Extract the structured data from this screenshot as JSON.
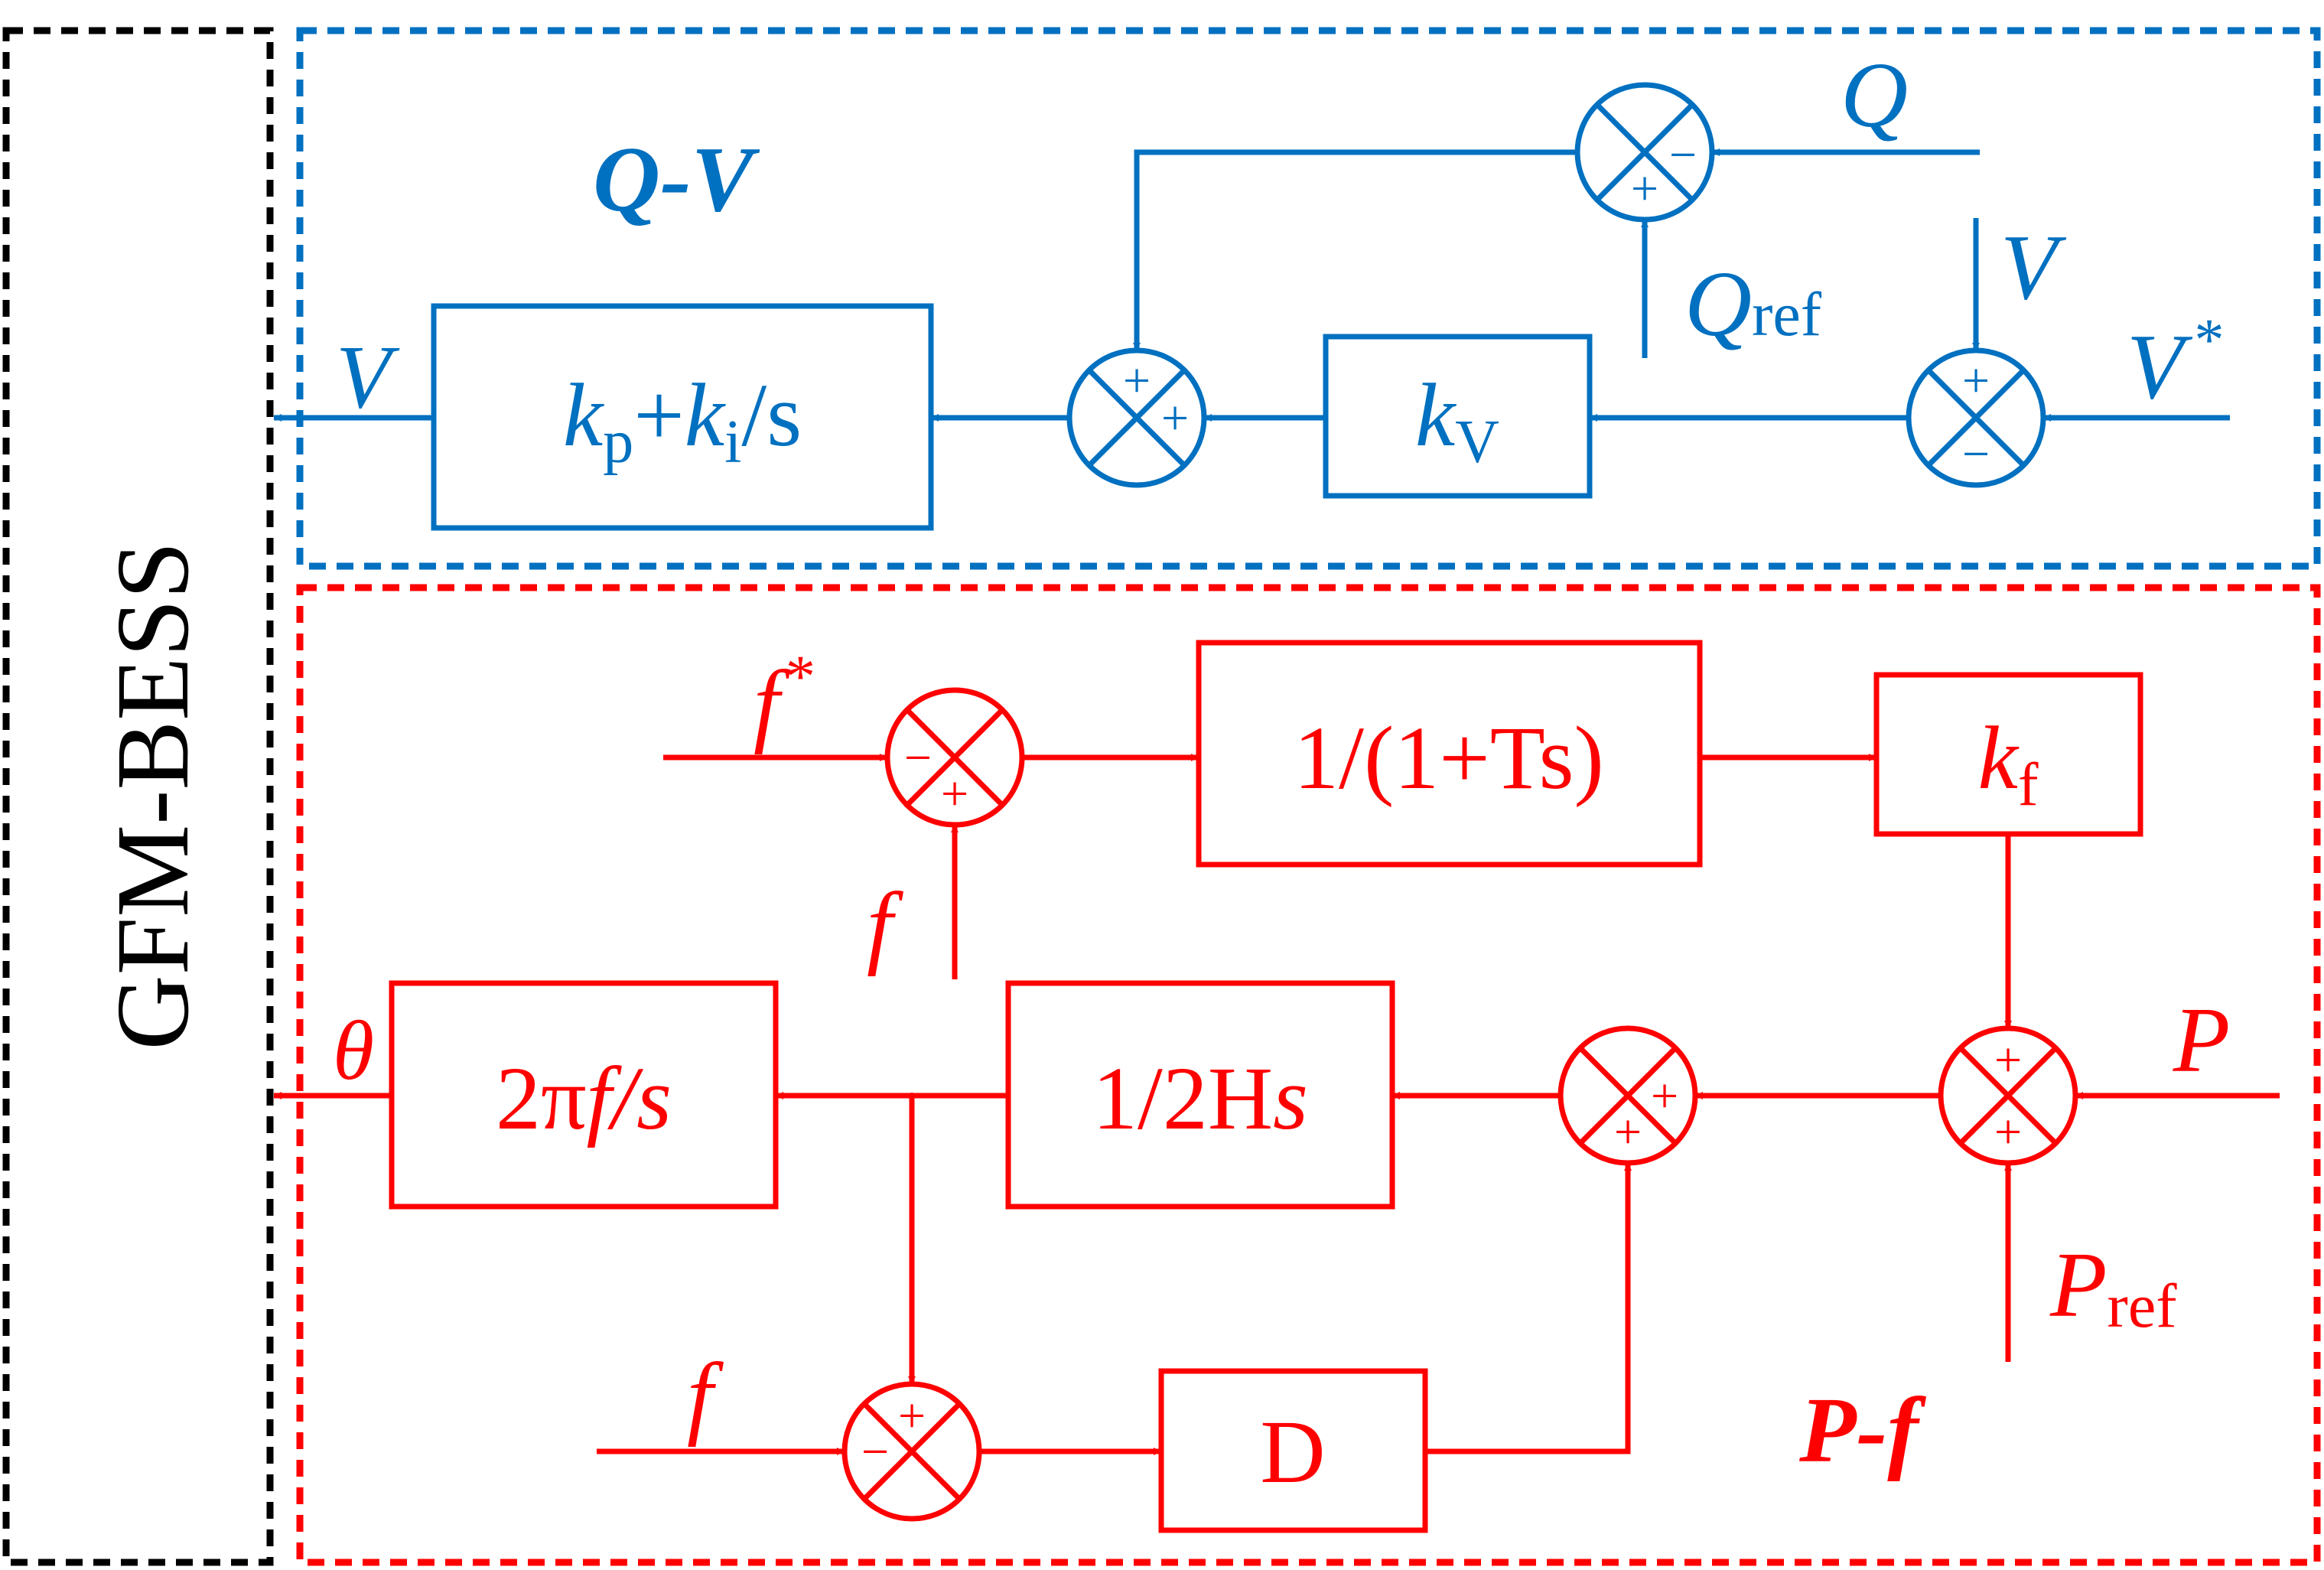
{
  "side_label": "GFM-BESS",
  "colors": {
    "qv": "#0070C0",
    "pf": "#FF0000",
    "frame": "#000000"
  },
  "qv": {
    "title": "Q-V",
    "output": "V",
    "pi_block": {
      "k1": "k",
      "s1": "p",
      "plus": "+",
      "k2": "k",
      "s2": "i",
      "tail": "/s"
    },
    "kv_block": {
      "k": "k",
      "sub": "V"
    },
    "q_input": "Q",
    "qref": {
      "main": "Q",
      "sub": "ref"
    },
    "v_meas": "V",
    "v_ref": {
      "main": "V",
      "sup": "*"
    },
    "signs": {
      "sj_q": {
        "right": "−",
        "bottom": "+"
      },
      "sj_sum": {
        "top": "+",
        "right": "+"
      },
      "sj_v": {
        "top": "+",
        "bottom": "−"
      }
    }
  },
  "pf": {
    "title": "P-f",
    "output": "θ",
    "int_block": {
      "a": "2π",
      "b": "f",
      "c": "/",
      "d": "s"
    },
    "h_block": {
      "a": "1/2H",
      "b": "s"
    },
    "lp_block": "1/(1+Ts)",
    "kf_block": {
      "k": "k",
      "sub": "f"
    },
    "d_block": "D",
    "f_ref": {
      "main": "f",
      "sup": "*"
    },
    "f_meas_top": "f",
    "f_meas_bottom": "f",
    "p_input": "P",
    "pref": {
      "main": "P",
      "sub": "ref"
    },
    "signs": {
      "sj_f": {
        "left": "−",
        "bottom": "+"
      },
      "sj_mid": {
        "right": "+",
        "bottom": "+"
      },
      "sj_p": {
        "top": "+",
        "bottom": "+"
      },
      "sj_fd": {
        "top": "+",
        "left": "−"
      }
    }
  }
}
